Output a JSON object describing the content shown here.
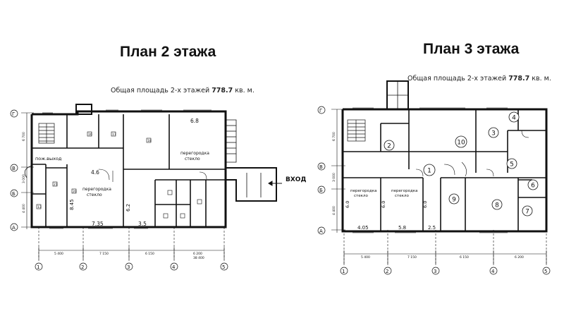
{
  "plan2": {
    "title": "План 2 этажа",
    "area_prefix": "Общая площадь 2-х этажей",
    "area_value": "778.7",
    "area_unit": "кв. м.",
    "axes_v": [
      "1",
      "2",
      "3",
      "4",
      "5"
    ],
    "axes_h": [
      "Г",
      "В",
      "Б",
      "А"
    ],
    "spans": [
      "5 400",
      "7 150",
      "6 150",
      "6 200"
    ],
    "total": "38 400",
    "v_dims": [
      "6 700",
      "3 000",
      "4 400"
    ],
    "notes": {
      "exit": "пож.выход",
      "partition_right": [
        "перегородка",
        "стекло"
      ],
      "partition_center": [
        "перегородка",
        "стекло"
      ],
      "entrance": "ВХОД"
    },
    "dims": [
      "6.8",
      "4.6",
      "8.45",
      "6.2",
      "7.35",
      "3.5"
    ],
    "rooms": [
      "10",
      "11",
      "12",
      "13",
      "14",
      "15",
      "16",
      "17",
      "18",
      "19",
      "20",
      "21"
    ]
  },
  "plan3": {
    "title": "План 3 этажа",
    "area_prefix": "Общая площадь 2-х этажей",
    "area_value": "778.7",
    "area_unit": "кв. м.",
    "axes_v": [
      "1",
      "2",
      "3",
      "4",
      "5"
    ],
    "axes_h": [
      "Г",
      "В",
      "Б",
      "А"
    ],
    "spans": [
      "5 400",
      "7 150",
      "6 150",
      "6 200"
    ],
    "v_dims": [
      "6 700",
      "3 000",
      "4 400"
    ],
    "notes": {
      "partition_1": [
        "перегородка",
        "стекло"
      ],
      "partition_2": [
        "перегородка",
        "стекло"
      ]
    },
    "dims": [
      "4.05",
      "5.8",
      "2.5",
      "6.0",
      "6.0",
      "6.0"
    ],
    "rooms": [
      "1",
      "2",
      "3",
      "4",
      "5",
      "6",
      "7",
      "8",
      "9",
      "10"
    ]
  }
}
